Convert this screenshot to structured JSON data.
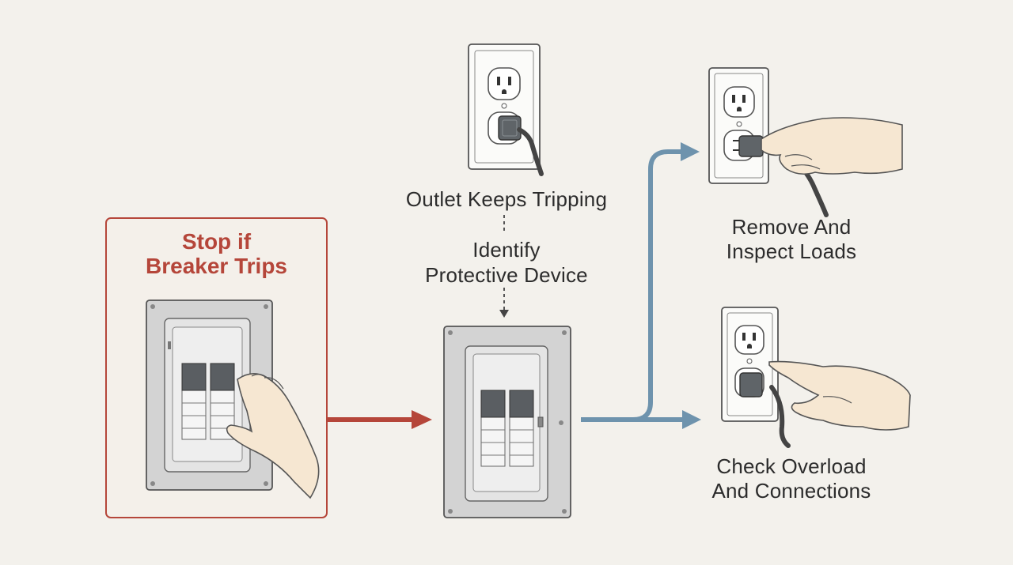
{
  "nodes": {
    "outlet_trips": "Outlet Keeps Tripping",
    "identify_line1": "Identify",
    "identify_line2": "Protective Device",
    "stop_line1": "Stop if",
    "stop_line2": "Breaker Trips",
    "remove_line1": "Remove And",
    "remove_line2": "Inspect Loads",
    "check_line1": "Check Overload",
    "check_line2": "And Connections"
  },
  "colors": {
    "background": "#f3f1ec",
    "warning_red": "#b5463a",
    "flow_blue": "#6e93ad",
    "panel_gray": "#c9c9c9",
    "ink": "#2c2c2c",
    "skin": "#f6e7d2"
  },
  "icons": [
    "wall-outlet-icon",
    "plug-icon",
    "breaker-panel-icon",
    "hand-icon"
  ]
}
